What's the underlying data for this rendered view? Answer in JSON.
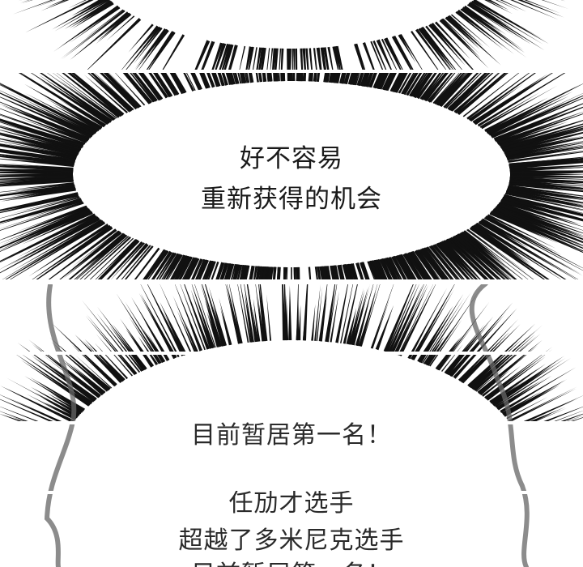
{
  "panel_top": {
    "line_1": "好不容易",
    "line_2": "重新获得的机会"
  },
  "panel_bottom": {
    "line_1": "目前暂居第一名！",
    "line_2": "任劢才选手",
    "line_3": "超越了多米尼克选手",
    "line_4": "目前暂居第一名！"
  },
  "colors": {
    "ink": "#1a1a1a",
    "paper": "#ffffff",
    "bubble_outline": "#555555"
  }
}
